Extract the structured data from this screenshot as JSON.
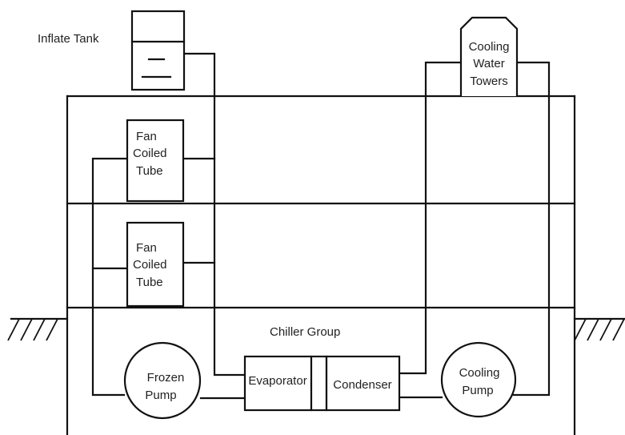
{
  "labels": {
    "inflate_tank": "Inflate Tank",
    "cooling_towers": [
      "Cooling",
      "Water",
      "Towers"
    ],
    "fan_coil_upper": [
      "Fan",
      "Coiled",
      "Tube"
    ],
    "fan_coil_lower": [
      "Fan",
      "Coiled",
      "Tube"
    ],
    "chiller_group": "Chiller Group",
    "frozen_pump": [
      "Frozen",
      "Pump"
    ],
    "evaporator": "Evaporator",
    "condenser": "Condenser",
    "cooling_pump": [
      "Cooling",
      "Pump"
    ]
  }
}
